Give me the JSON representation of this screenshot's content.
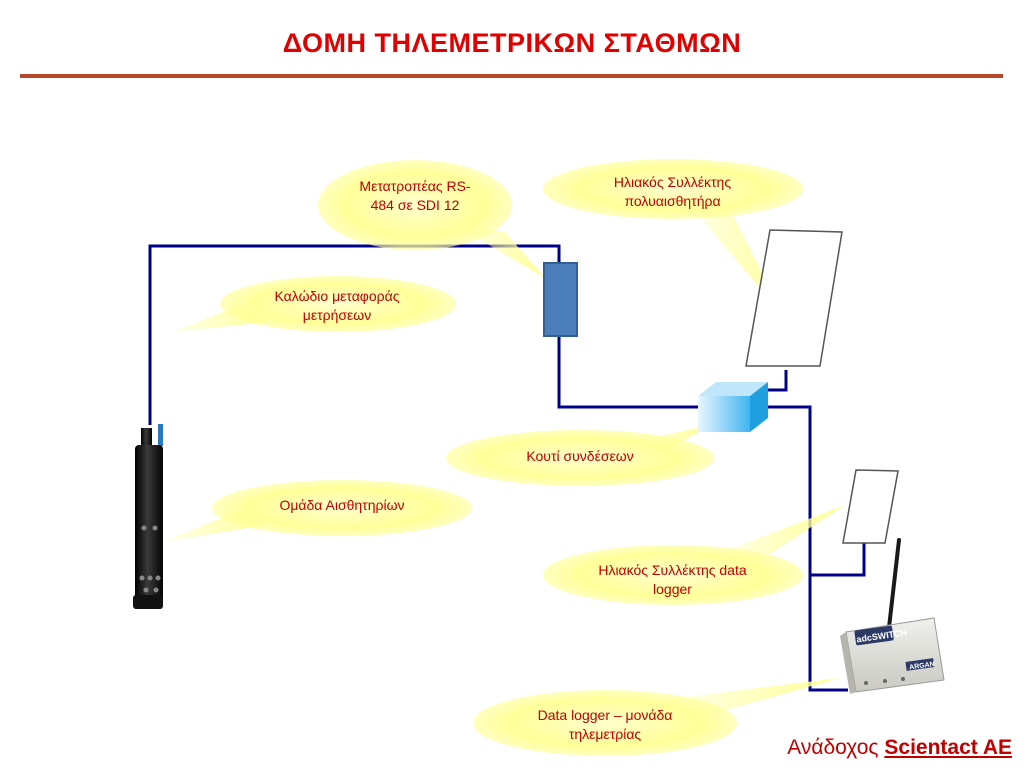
{
  "page": {
    "title": "ΔΟΜΗ ΤΗΛΕΜΕΤΡΙΚΩΝ ΣΤΑΘΜΩΝ"
  },
  "callouts": {
    "converter": "Μετατροπέας RS-484 σε SDI 12",
    "solar_multisensor": "Ηλιακός Συλλέκτης πολυαισθητήρα",
    "cable": "Καλώδιο μεταφοράς μετρήσεων",
    "junction_box": "Κουτί συνδέσεων",
    "sensor_group": "Ομάδα Αισθητηρίων",
    "solar_logger": "Ηλιακός Συλλέκτης data logger",
    "data_logger": "Data logger – μονάδα τηλεμετρίας"
  },
  "device": {
    "brand_label": "adcSWITCH",
    "maker_label": "ARGAN"
  },
  "footer": {
    "prefix": "Ανάδοχος",
    "company": "Scientact AE"
  },
  "colors": {
    "title": "#e00000",
    "rule": "#b54a2a",
    "cable": "#00008b",
    "callout_fill": "#ffff99",
    "callout_text": "#c00000",
    "converter_box": "#4a7ebb"
  }
}
